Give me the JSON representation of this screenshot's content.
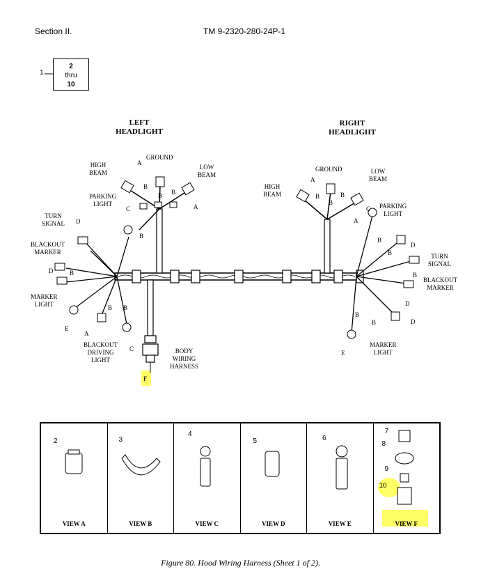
{
  "header": {
    "section": "Section II.",
    "tm": "TM 9-2320-280-24P-1"
  },
  "callout": {
    "item": "1",
    "line1": "2",
    "line2": "thru",
    "line3": "10"
  },
  "left": {
    "title_line1": "LEFT",
    "title_line2": "HEADLIGHT",
    "high_beam": "HIGH\nBEAM",
    "ground": "GROUND",
    "low_beam": "LOW\nBEAM",
    "parking": "PARKING\nLIGHT",
    "turn": "TURN\nSIGNAL",
    "blackout_marker": "BLACKOUT\nMARKER",
    "marker": "MARKER\nLIGHT",
    "blackout_driving": "BLACKOUT\nDRIVING\nLIGHT",
    "body": "BODY\nWIRING\nHARNESS"
  },
  "right": {
    "title_line1": "RIGHT",
    "title_line2": "HEADLIGHT",
    "high_beam": "HIGH\nBEAM",
    "ground": "GROUND",
    "low_beam": "LOW\nBEAM",
    "parking": "PARKING\nLIGHT",
    "turn": "TURN\nSIGNAL",
    "blackout_marker": "BLACKOUT\nMARKER",
    "marker": "MARKER\nLIGHT"
  },
  "letters": {
    "a": "A",
    "b": "B",
    "c": "C",
    "d": "D",
    "e": "E",
    "f": "F"
  },
  "views": [
    {
      "num": "2",
      "label": "VIEW A"
    },
    {
      "num": "3",
      "label": "VIEW B"
    },
    {
      "num": "4",
      "label": "VIEW C"
    },
    {
      "num": "5",
      "label": "VIEW D"
    },
    {
      "num": "6",
      "label": "VIEW E"
    },
    {
      "nums": [
        "7",
        "8",
        "9",
        "10"
      ],
      "label": "VIEW F"
    }
  ],
  "caption": "Figure 80.  Hood Wiring Harness (Sheet 1 of 2).",
  "highlight_color": "#ffff66"
}
